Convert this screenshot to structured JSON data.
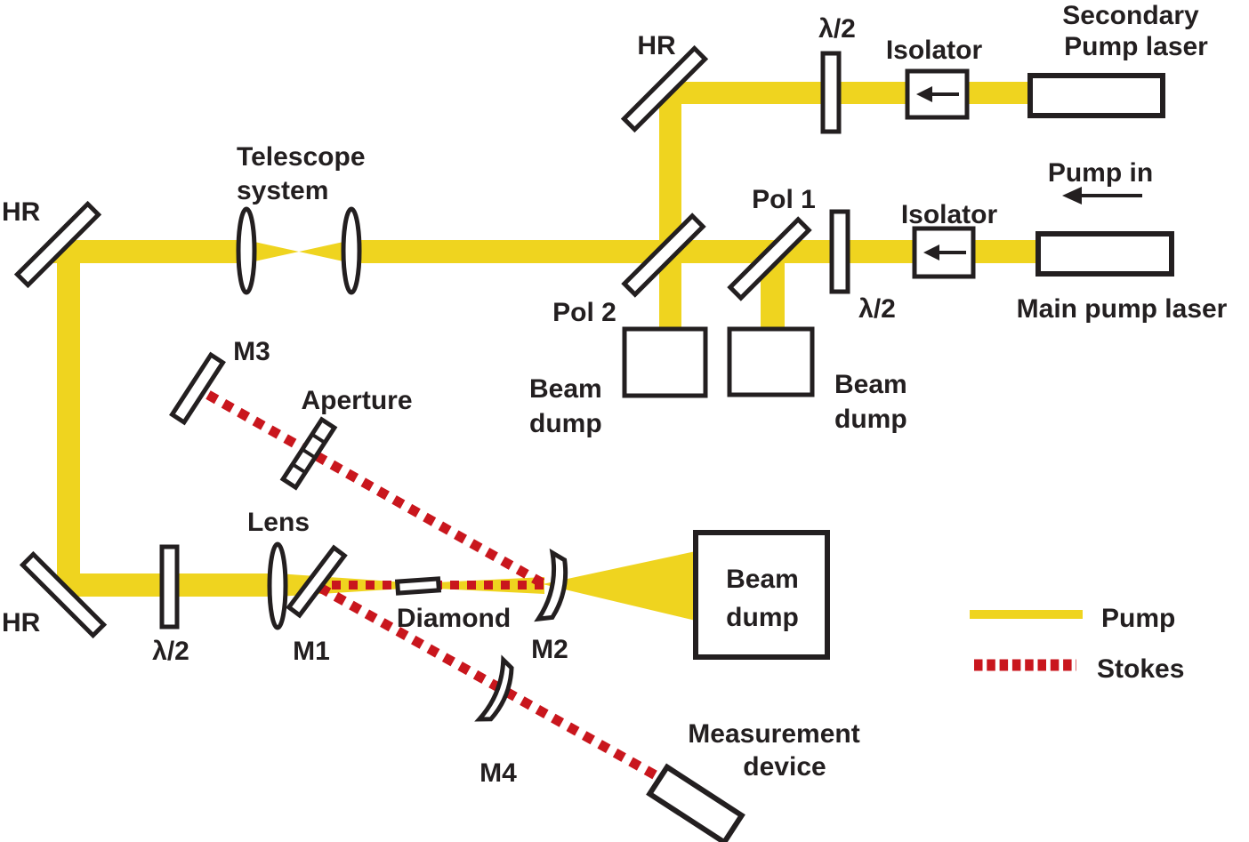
{
  "diagram": {
    "colors": {
      "pump": "#EFD41F",
      "stokes": "#C9161D",
      "ink": "#231F20"
    },
    "labels": {
      "hr_top": "HR",
      "hr_left": "HR",
      "hr_bottom": "HR",
      "half_wave_top": "λ/2",
      "half_wave_mid": "λ/2",
      "half_wave_bottom": "λ/2",
      "isolator_top": "Isolator",
      "isolator_mid": "Isolator",
      "secondary_laser_line1": "Secondary",
      "secondary_laser_line2": "Pump laser",
      "pump_in": "Pump in",
      "main_laser": "Main pump laser",
      "pol1": "Pol 1",
      "pol2": "Pol 2",
      "telescope_line1": "Telescope",
      "telescope_line2": "system",
      "beam_dump_left_line1": "Beam",
      "beam_dump_left_line2": "dump",
      "beam_dump_right_line1": "Beam",
      "beam_dump_right_line2": "dump",
      "beam_dump_out_line1": "Beam",
      "beam_dump_out_line2": "dump",
      "m1": "M1",
      "m2": "M2",
      "m3": "M3",
      "m4": "M4",
      "lens": "Lens",
      "aperture": "Aperture",
      "diamond": "Diamond",
      "measurement_line1": "Measurement",
      "measurement_line2": "device"
    },
    "legend": {
      "pump": "Pump",
      "stokes": "Stokes"
    }
  }
}
